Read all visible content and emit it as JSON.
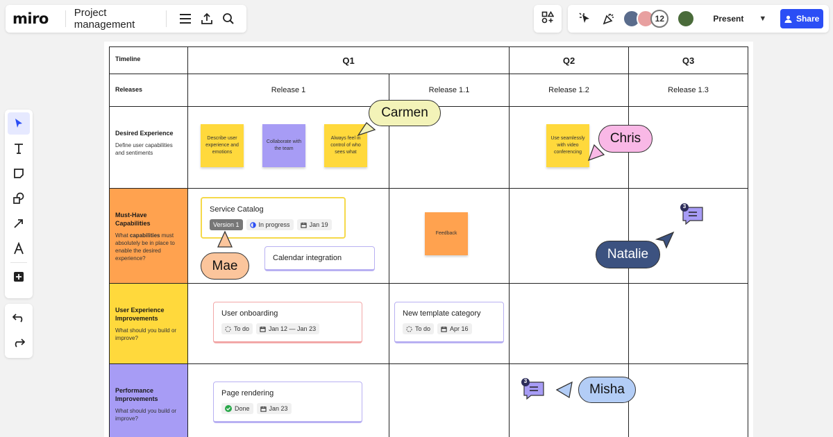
{
  "app": {
    "logo": "miro",
    "board_title": "Project management"
  },
  "toolbar": {
    "present_label": "Present",
    "share_label": "Share",
    "participant_count": "12"
  },
  "grid": {
    "header_label": "Timeline",
    "releases_label": "Releases",
    "quarters": [
      "Q1",
      "Q2",
      "Q3"
    ],
    "releases": [
      "Release 1",
      "Release 1.1",
      "Release 1.2",
      "Release 1.3"
    ],
    "rows": [
      {
        "title": "Desired Experience",
        "sub": "Define user capabilities and sentiments"
      },
      {
        "title": "Must-Have Capabilities",
        "sub_pre": "What ",
        "sub_bold": "capabilities",
        "sub_post": " must absolutely be in place to enable the desired experience?"
      },
      {
        "title": "User Experience Improvements",
        "sub": "What should you build or improve?"
      },
      {
        "title": "Performance Improvements",
        "sub": "What should you build or improve?"
      }
    ]
  },
  "stickies": [
    {
      "text": "Describe user experience and emotions"
    },
    {
      "text": "Collaborate with the team"
    },
    {
      "text": "Always feel in control of who sees what"
    },
    {
      "text": "Use seamlessly with video conferencing"
    },
    {
      "text": "Feedback"
    }
  ],
  "cards": {
    "service_catalog": {
      "title": "Service Catalog",
      "version": "Version 1",
      "status": "In progress",
      "date": "Jan 19"
    },
    "calendar": {
      "title": "Calendar integration"
    },
    "onboarding": {
      "title": "User onboarding",
      "status": "To do",
      "date": "Jan 12 — Jan 23"
    },
    "template": {
      "title": "New template category",
      "status": "To do",
      "date": "Apr 16"
    },
    "rendering": {
      "title": "Page rendering",
      "status": "Done",
      "date": "Jan 23"
    }
  },
  "cursors": [
    "Carmen",
    "Chris",
    "Mae",
    "Natalie",
    "Misha"
  ],
  "comments": {
    "count_q3": "3",
    "count_q2": "3"
  },
  "colors": {
    "accent": "#2b4ef5",
    "sticky_yellow": "#ffd93c",
    "sticky_purple": "#a79cf5",
    "sticky_orange": "#ffa24f"
  }
}
